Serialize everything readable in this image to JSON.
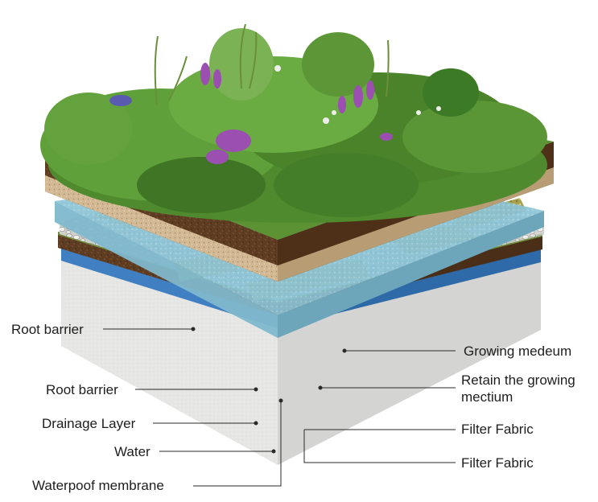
{
  "labels": {
    "left": [
      "Root barrier",
      "Root barrier",
      "Drainage Layer",
      "Water",
      "Waterpoof membrane"
    ],
    "right": [
      "Growing medeum",
      "Retain the growing",
      "mectium",
      "Filter Fabric",
      "Filter Fabric"
    ]
  },
  "colors": {
    "vegetation": "#4f8a2f",
    "soil": "#5a3a22",
    "growing_medium": "#cdb48e",
    "filter_fabric": "#8ec5d6",
    "drainage_pebbles": "#c9c9c6",
    "root_barrier": "#3f7fc2",
    "concrete": "#e4e4e2",
    "flowers": "#9b4fb0"
  }
}
